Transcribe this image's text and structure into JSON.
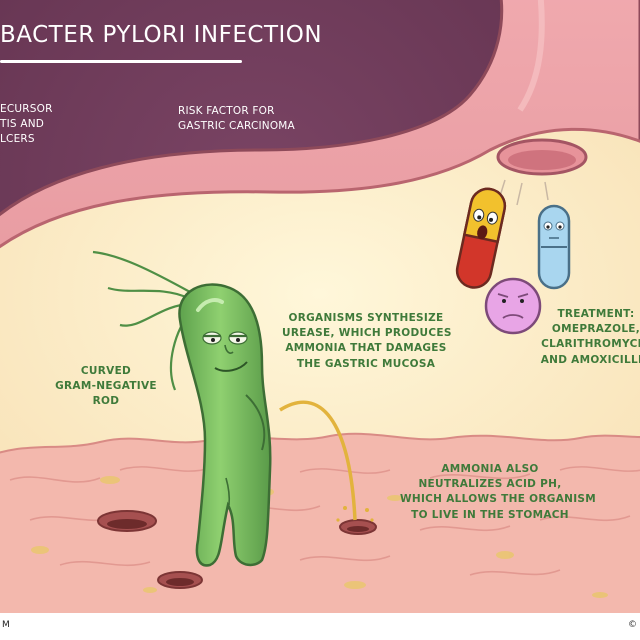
{
  "title": "BACTER PYLORI INFECTION",
  "labels": {
    "precursor": [
      "ECURSOR",
      "TIS AND",
      "LCERS"
    ],
    "risk_factor": [
      "RISK FACTOR FOR",
      "GASTRIC CARCINOMA"
    ],
    "shape": [
      "CURVED",
      "GRAM-NEGATIVE",
      "ROD"
    ],
    "urease": [
      "ORGANISMS SYNTHESIZE",
      "UREASE, WHICH PRODUCES",
      "AMMONIA THAT DAMAGES",
      "THE GASTRIC MUCOSA"
    ],
    "treatment": [
      "TREATMENT:",
      "OMEPRAZOLE,",
      "CLARITHROMYCIN",
      "AND AMOXICILLIN"
    ],
    "ammonia": [
      "AMMONIA ALSO",
      "NEUTRALIZES ACID PH,",
      "WHICH ALLOWS THE ORGANISM",
      "TO LIVE IN THE STOMACH"
    ]
  },
  "footer": {
    "left": "M",
    "right": "©"
  },
  "colors": {
    "background": "#6d3a57",
    "stomach_wall": "#e99ba1",
    "stomach_interior": "#fdf1cf",
    "mucosa": "#f3b8ad",
    "bacterium": "#7ec166",
    "pill_yellow": "#f2c12d",
    "pill_red": "#d2362a",
    "pill_blue": "#a9d6ef",
    "pill_pink": "#e8a5e6",
    "text_green": "#3f7a3a"
  },
  "icons": [
    "h-pylori-bacterium",
    "yellow-red-capsule",
    "blue-capsule",
    "pink-tablet",
    "stomach-illustration",
    "ulcer-crater"
  ]
}
